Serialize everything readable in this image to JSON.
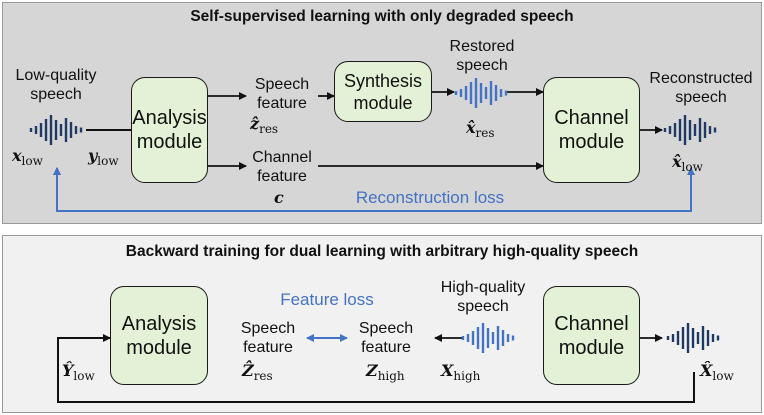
{
  "top_panel": {
    "title": "Self-supervised learning with only degraded speech",
    "low_quality_speech": "Low-quality\nspeech",
    "x_low": "x",
    "x_low_sub": "low",
    "y_low": "y",
    "y_low_sub": "low",
    "analysis_module": "Analysis\nmodule",
    "speech_feature": "Speech\nfeature",
    "z_res": "ẑ",
    "z_res_sub": "res",
    "channel_feature": "Channel\nfeature",
    "c": "c",
    "synthesis_module": "Synthesis\nmodule",
    "restored_speech": "Restored\nspeech",
    "x_res": "x̂",
    "x_res_sub": "res",
    "channel_module": "Channel\nmodule",
    "reconstructed_speech": "Reconstructed\nspeech",
    "x_low_hat": "x̂",
    "x_low_hat_sub": "low",
    "reconstruction_loss": "Reconstruction loss"
  },
  "bottom_panel": {
    "title": "Backward training for dual learning with arbitrary high-quality speech",
    "analysis_module": "Analysis\nmodule",
    "feature_loss": "Feature loss",
    "speech_feature_left": "Speech\nfeature",
    "z_res": "Ẑ",
    "z_res_sub": "res",
    "speech_feature_right": "Speech\nfeature",
    "z_high": "Z",
    "z_high_sub": "high",
    "high_quality_speech": "High-quality\nspeech",
    "x_high": "X",
    "x_high_sub": "high",
    "channel_module": "Channel\nmodule",
    "y_low_hat": "Ŷ",
    "y_low_hat_sub": "low",
    "x_low_hat": "X̂",
    "x_low_hat_sub": "low"
  },
  "colors": {
    "module_fill": "#e3f1d6",
    "loss_blue": "#4472c4",
    "waveform_dark": "#1f3864",
    "waveform_light": "#4472c4",
    "top_panel_bg": "#d6d6d6",
    "bottom_panel_bg": "#f1f1f1"
  }
}
